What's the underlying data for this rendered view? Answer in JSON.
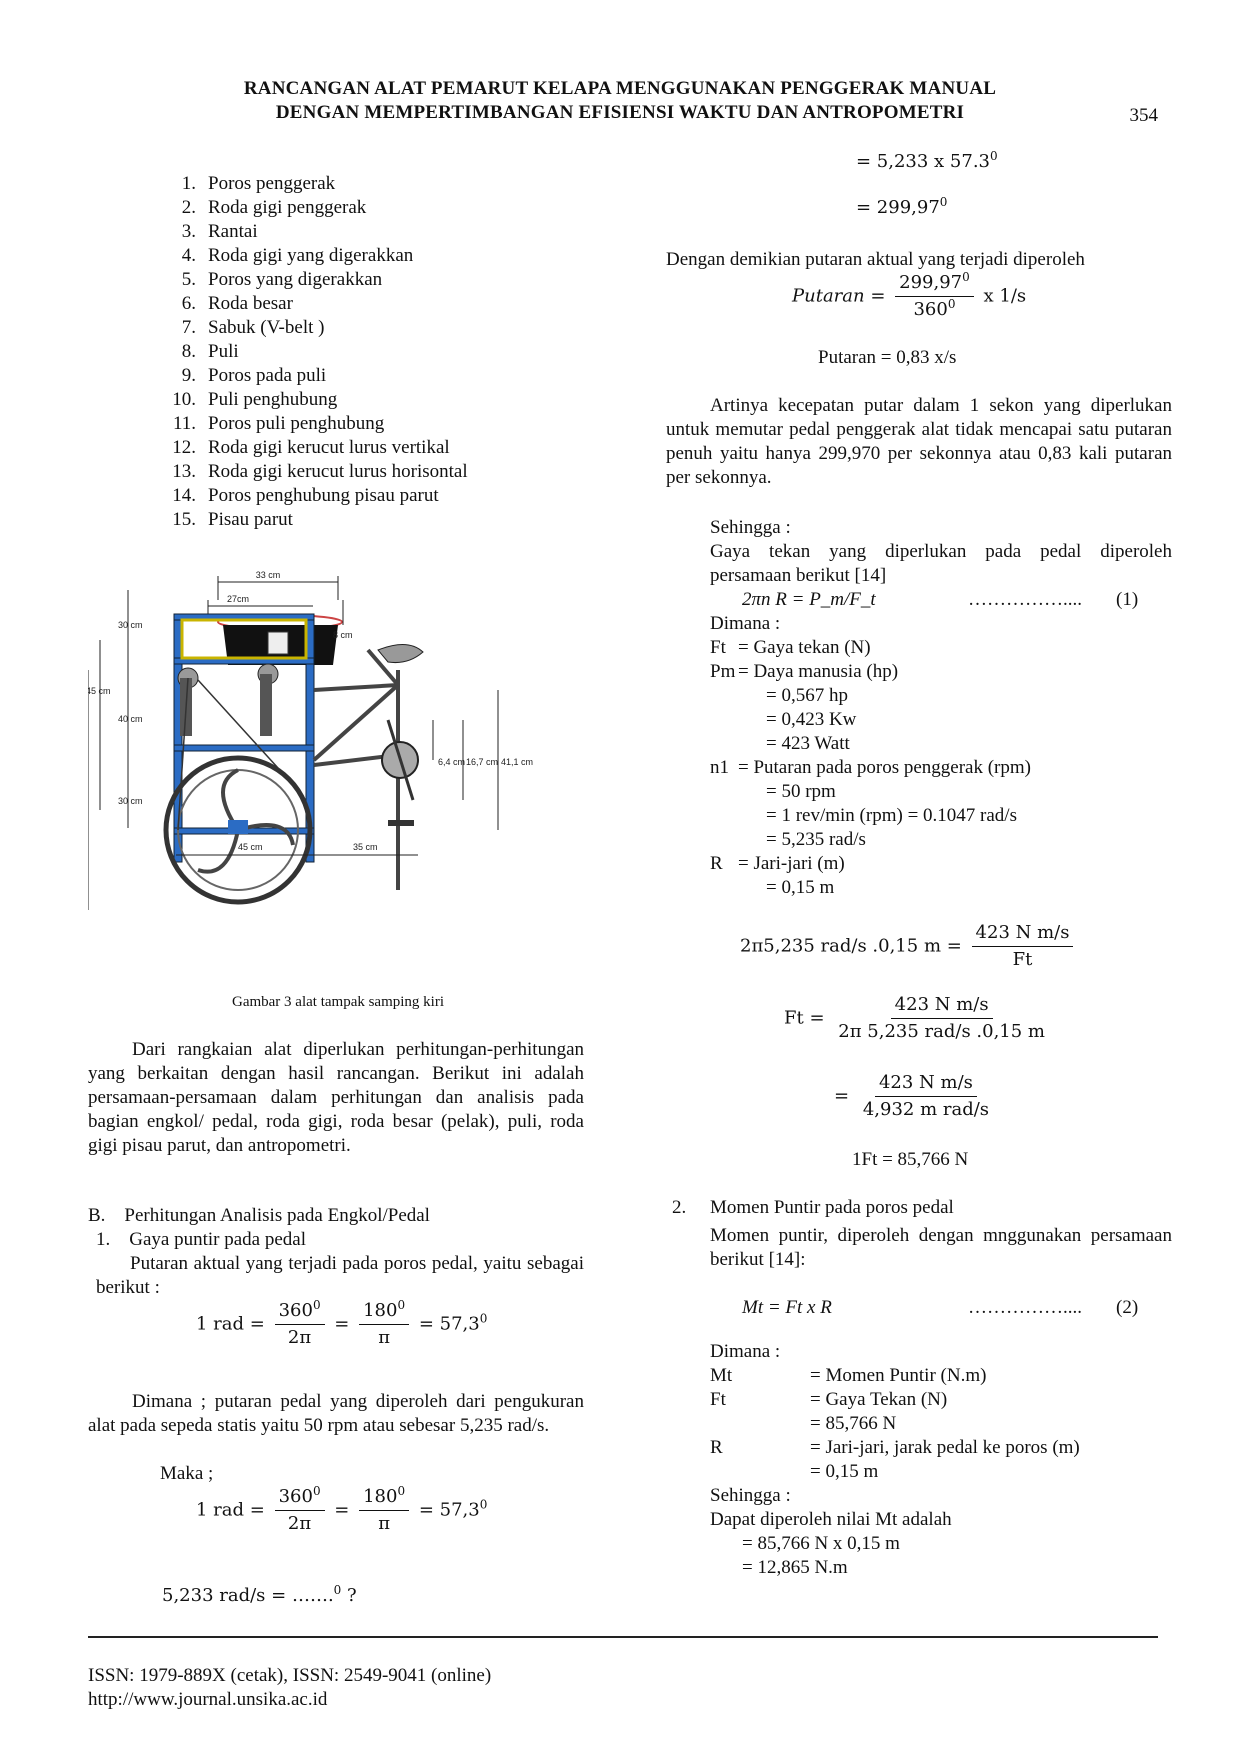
{
  "header": {
    "line1": "RANCANGAN ALAT PEMARUT KELAPA MENGGUNAKAN PENGGERAK MANUAL",
    "line2": "DENGAN MEMPERTIMBANGAN EFISIENSI WAKTU DAN ANTROPOMETRI",
    "page_number": "354"
  },
  "parts_list": [
    {
      "n": "1.",
      "t": "Poros penggerak"
    },
    {
      "n": "2.",
      "t": "Roda gigi penggerak"
    },
    {
      "n": "3.",
      "t": "Rantai"
    },
    {
      "n": "4.",
      "t": "Roda gigi yang digerakkan"
    },
    {
      "n": "5.",
      "t": "Poros yang digerakkan"
    },
    {
      "n": "6.",
      "t": "Roda besar"
    },
    {
      "n": "7.",
      "t": "Sabuk (V-belt )"
    },
    {
      "n": "8.",
      "t": "Puli"
    },
    {
      "n": "9.",
      "t": "Poros pada puli"
    },
    {
      "n": "10.",
      "t": "Puli penghubung"
    },
    {
      "n": "11.",
      "t": "Poros puli penghubung"
    },
    {
      "n": "12.",
      "t": "Roda gigi kerucut lurus vertikal"
    },
    {
      "n": "13.",
      "t": "Roda gigi kerucut lurus horisontal"
    },
    {
      "n": "14.",
      "t": "Poros penghubung pisau parut"
    },
    {
      "n": "15.",
      "t": "Pisau parut"
    }
  ],
  "figure": {
    "dims": {
      "w33": "33 cm",
      "w27": "27cm",
      "h30a": "30 cm",
      "h8": "8 cm",
      "h45": "45 cm",
      "h40": "40 cm",
      "h64": "6,4 cm",
      "h167": "16,7 cm",
      "h411": "41,1 cm",
      "h30b": "30 cm",
      "w45": "45 cm",
      "w35": "35 cm"
    },
    "caption": "Gambar 3 alat tampak samping kiri"
  },
  "left": {
    "intro": "Dari rangkaian alat diperlukan perhitungan-perhitungan yang berkaitan dengan hasil rancangan. Berikut ini adalah persamaan-persamaan dalam perhitungan dan analisis pada bagian engkol/ pedal, roda gigi, roda besar (pelak), puli, roda gigi pisau parut, dan antropometri.",
    "section_b": "B. Perhitungan Analisis pada Engkol/Pedal",
    "item1": "1. Gaya puntir pada pedal",
    "p1": "Putaran aktual yang terjadi pada poros pedal, yaitu sebagai berikut :",
    "eq_rad_lhs": "1 rad =",
    "eq_360": "360",
    "eq_2pi": "2π",
    "eq_180": "180",
    "eq_pi": "π",
    "eq_573": "= 57,3",
    "sup0": "0",
    "p2": "Dimana ; putaran pedal yang diperoleh dari pengukuran alat pada sepeda statis yaitu 50 rpm atau sebesar 5,235 rad/s.",
    "maka": "Maka ;",
    "eq_last": "5,233 rad/s = …….",
    "eq_last_tail": " ?"
  },
  "right": {
    "eq_a": "= 5,233 x 57.3",
    "eq_b": "= 299,97",
    "p_dengan": "Dengan demikian putaran aktual yang terjadi diperoleh",
    "put_lhs": "Putaran =",
    "put_num": "299,97",
    "put_den": "360",
    "put_tail": "x 1/s",
    "put_result": "Putaran = 0,83 x/s",
    "p_artinya": "Artinya kecepatan putar dalam 1 sekon yang diperlukan untuk memutar pedal penggerak alat tidak mencapai satu putaran penuh yaitu hanya 299,970 per sekonnya atau 0,83 kali putaran per sekonnya.",
    "sehingga": "Sehingga :",
    "p_gaya": "Gaya tekan yang diperlukan pada pedal diperoleh persamaan berikut [14]",
    "eq1": "2πn R = P_m/F_t",
    "eq1_dots": "……………....",
    "eq1_no": "(1)",
    "dimana": "Dimana :",
    "defs": [
      {
        "k": "Ft",
        "v": "= Gaya tekan (N)"
      },
      {
        "k": "Pm",
        "v": "= Daya manusia (hp)"
      },
      {
        "k": "",
        "v": "= 0,567 hp"
      },
      {
        "k": "",
        "v": "= 0,423 Kw"
      },
      {
        "k": "",
        "v": "= 423 Watt"
      },
      {
        "k": "n1",
        "v": "= Putaran pada poros penggerak (rpm)"
      },
      {
        "k": "",
        "v": "= 50 rpm"
      },
      {
        "k": "",
        "v": "= 1 rev/min (rpm) = 0.1047 rad/s"
      },
      {
        "k": "",
        "v": "= 5,235 rad/s"
      },
      {
        "k": "R",
        "v": "= Jari-jari (m)"
      },
      {
        "k": "",
        "v": "= 0,15 m"
      }
    ],
    "eqA_lhs": "2π5,235 rad/s .0,15 m =",
    "eqA_num": "423 N m/s",
    "eqA_den": "Ft",
    "eqB_lhs": "Ft =",
    "eqB_num": "423 N m/s",
    "eqB_den": "2π 5,235 rad/s .0,15 m",
    "eqC_lhs": "=",
    "eqC_num": "423 N m/s",
    "eqC_den": "4,932 m rad/s",
    "ft_result": "1Ft = 85,766 N",
    "item2": "2.",
    "item2_title": "Momen Puntir pada poros pedal",
    "p_momen": "Momen puntir, diperoleh dengan mnggunakan persamaan berikut [14]:",
    "eq2": "Mt  =  Ft  x R",
    "eq2_dots": "……………....",
    "eq2_no": "(2)",
    "dimana2": "Dimana :",
    "defs2": [
      {
        "k": "Mt",
        "v": "= Momen Puntir (N.m)"
      },
      {
        "k": "Ft",
        "v": "= Gaya Tekan (N)"
      },
      {
        "k": "",
        "v": "= 85,766 N"
      },
      {
        "k": "R",
        "v": "= Jari-jari, jarak pedal ke poros (m)"
      },
      {
        "k": "",
        "v": "= 0,15 m"
      }
    ],
    "sehingga2": "Sehingga :",
    "p_dapat": "Dapat diperoleh nilai Mt adalah",
    "mt1": "= 85,766 N x 0,15 m",
    "mt2": "= 12,865 N.m"
  },
  "footer": {
    "issn": "ISSN: 1979-889X (cetak), ISSN: 2549-9041 (online)",
    "url": "http://www.journal.unsika.ac.id"
  }
}
